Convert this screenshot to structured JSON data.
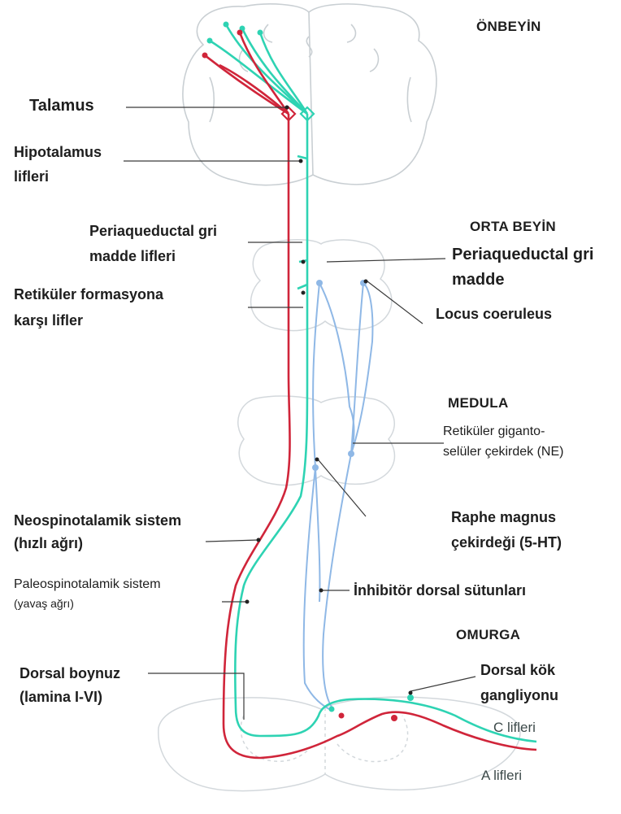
{
  "regions": {
    "forebrain": "ÖNBEYİN",
    "midbrain": "ORTA BEYİN",
    "medulla": "MEDULA",
    "spine": "OMURGA"
  },
  "labels": {
    "thalamus": "Talamus",
    "hypothalamus_1": "Hipotalamus",
    "hypothalamus_2": "lifleri",
    "pag_fibers_1": "Periaqueductal gri",
    "pag_fibers_2": "madde lifleri",
    "reticular_fibers_1": "Retiküler formasyona",
    "reticular_fibers_2": "karşı lifler",
    "pag_1": "Periaqueductal gri",
    "pag_2": "madde",
    "locus": "Locus coeruleus",
    "gigant_1": "Retiküler giganto-",
    "gigant_2": "selüler çekirdek (NE)",
    "raphe_1": "Raphe magnus",
    "raphe_2": "çekirdeği (5-HT)",
    "neo_1": "Neospinotalamik sistem",
    "neo_2": "(hızlı ağrı)",
    "paleo_1": "Paleospinotalamik sistem",
    "paleo_2": "(yavaş ağrı)",
    "inhib": "İnhibitör dorsal sütunları",
    "dorsal_horn_1": "Dorsal boynuz",
    "dorsal_horn_2": "(lamina I-VI)",
    "drg_1": "Dorsal kök",
    "drg_2": "gangliyonu",
    "c_fibers": "C lifleri",
    "a_fibers": "A lifleri"
  },
  "colors": {
    "fast_pathway": "#d0253a",
    "slow_pathway": "#2ed3b3",
    "descending": "#8fb8e6",
    "outline": "#c9cfd3",
    "leader": "#3a3a3a"
  }
}
